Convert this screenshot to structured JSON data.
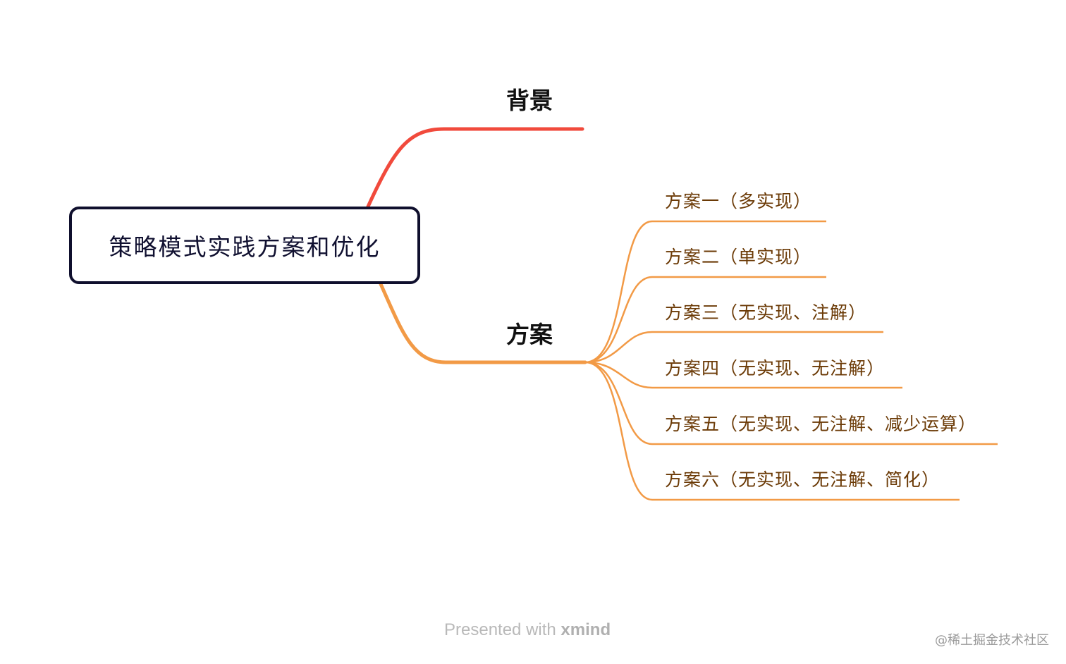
{
  "root": {
    "label": "策略模式实践方案和优化"
  },
  "branches": [
    {
      "label": "背景",
      "color": "#f14a3c"
    },
    {
      "label": "方案",
      "color": "#f29a46"
    }
  ],
  "sub_items": [
    {
      "label": "方案一（多实现）"
    },
    {
      "label": "方案二（单实现）"
    },
    {
      "label": "方案三（无实现、注解）"
    },
    {
      "label": "方案四（无实现、无注解）"
    },
    {
      "label": "方案五（无实现、无注解、减少运算）"
    },
    {
      "label": "方案六（无实现、无注解、简化）"
    }
  ],
  "footer": {
    "prefix": "Presented with ",
    "brand": "xmind"
  },
  "watermark": "@稀土掘金技术社区"
}
